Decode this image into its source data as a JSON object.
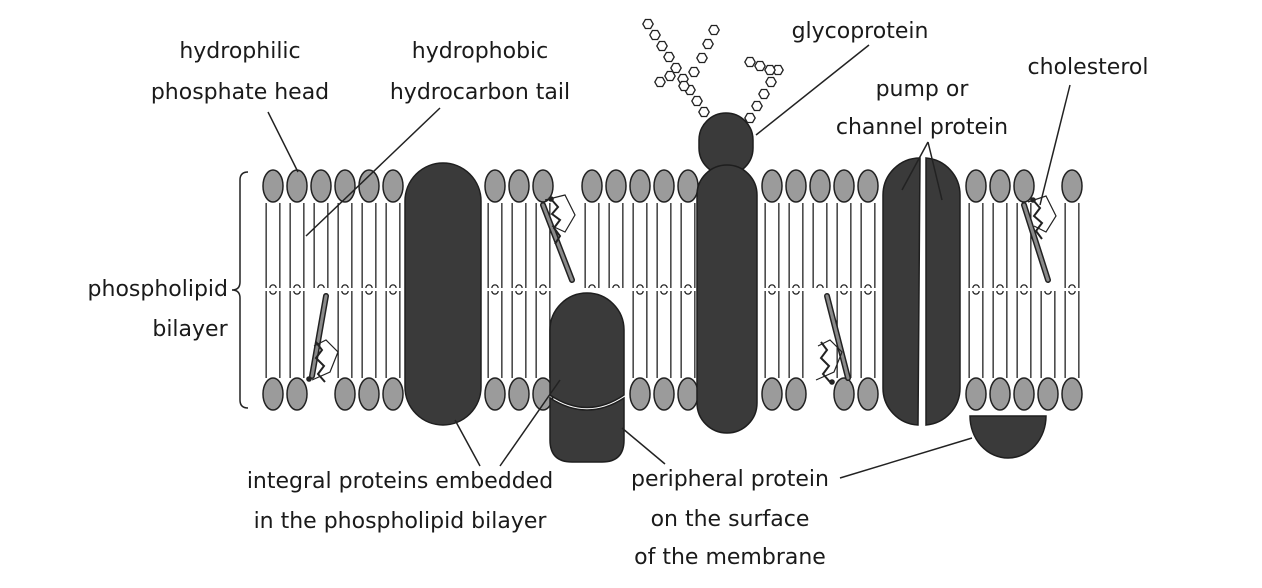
{
  "labels": {
    "hydrophilic_line1": "hydrophilic",
    "hydrophilic_line2": "phosphate head",
    "hydrophobic_line1": "hydrophobic",
    "hydrophobic_line2": "hydrocarbon tail",
    "glycoprotein": "glycoprotein",
    "pump_line1": "pump or",
    "pump_line2": "channel protein",
    "cholesterol": "cholesterol",
    "bilayer_line1": "phospholipid",
    "bilayer_line2": "bilayer",
    "integral_line1": "integral proteins embedded",
    "integral_line2": "in the phospholipid bilayer",
    "peripheral_line1": "peripheral protein",
    "peripheral_line2": "on the surface",
    "peripheral_line3": "of the membrane"
  },
  "colors": {
    "head": "#9b9b9b",
    "protein": "#3a3a3a",
    "background": "#ffffff"
  }
}
